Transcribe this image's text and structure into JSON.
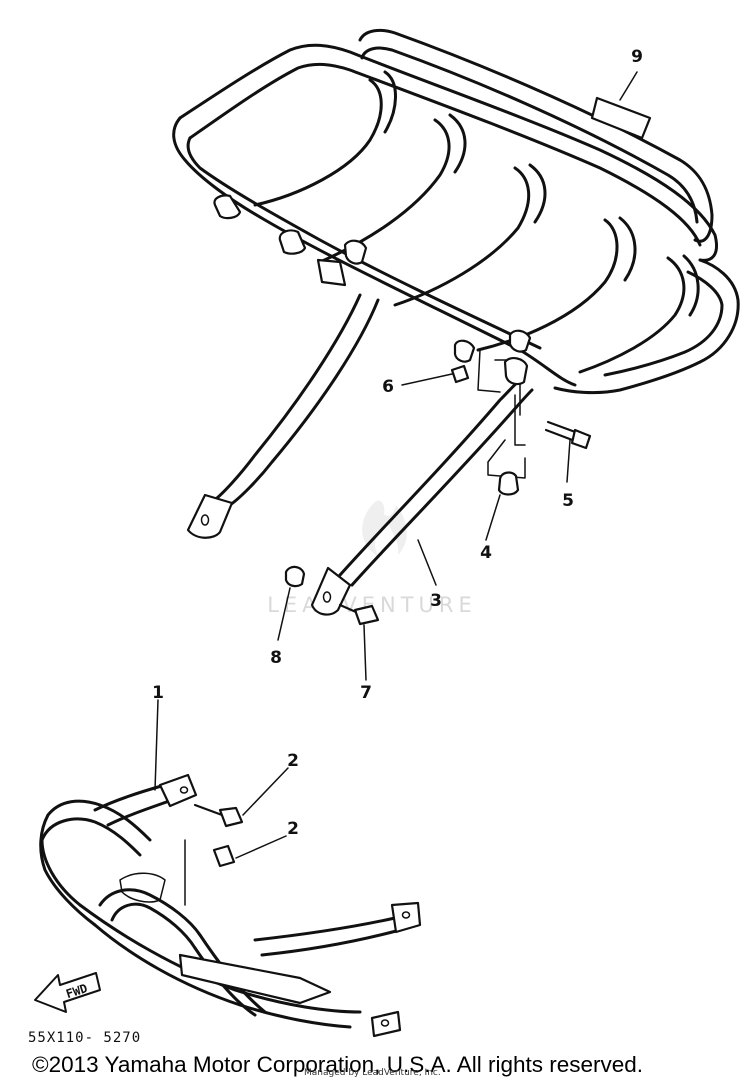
{
  "diagram": {
    "callouts": [
      "1",
      "2",
      "2",
      "3",
      "4",
      "5",
      "6",
      "7",
      "8",
      "9"
    ],
    "watermark": "LEADVENTURE",
    "direction_arrow": "FWD",
    "part_code": "55X110- 5270"
  },
  "footer": {
    "copyright": "©2013 Yamaha Motor Corporation, U.S.A. All rights reserved.",
    "overlay": "Managed by LeadVenture, Inc."
  }
}
